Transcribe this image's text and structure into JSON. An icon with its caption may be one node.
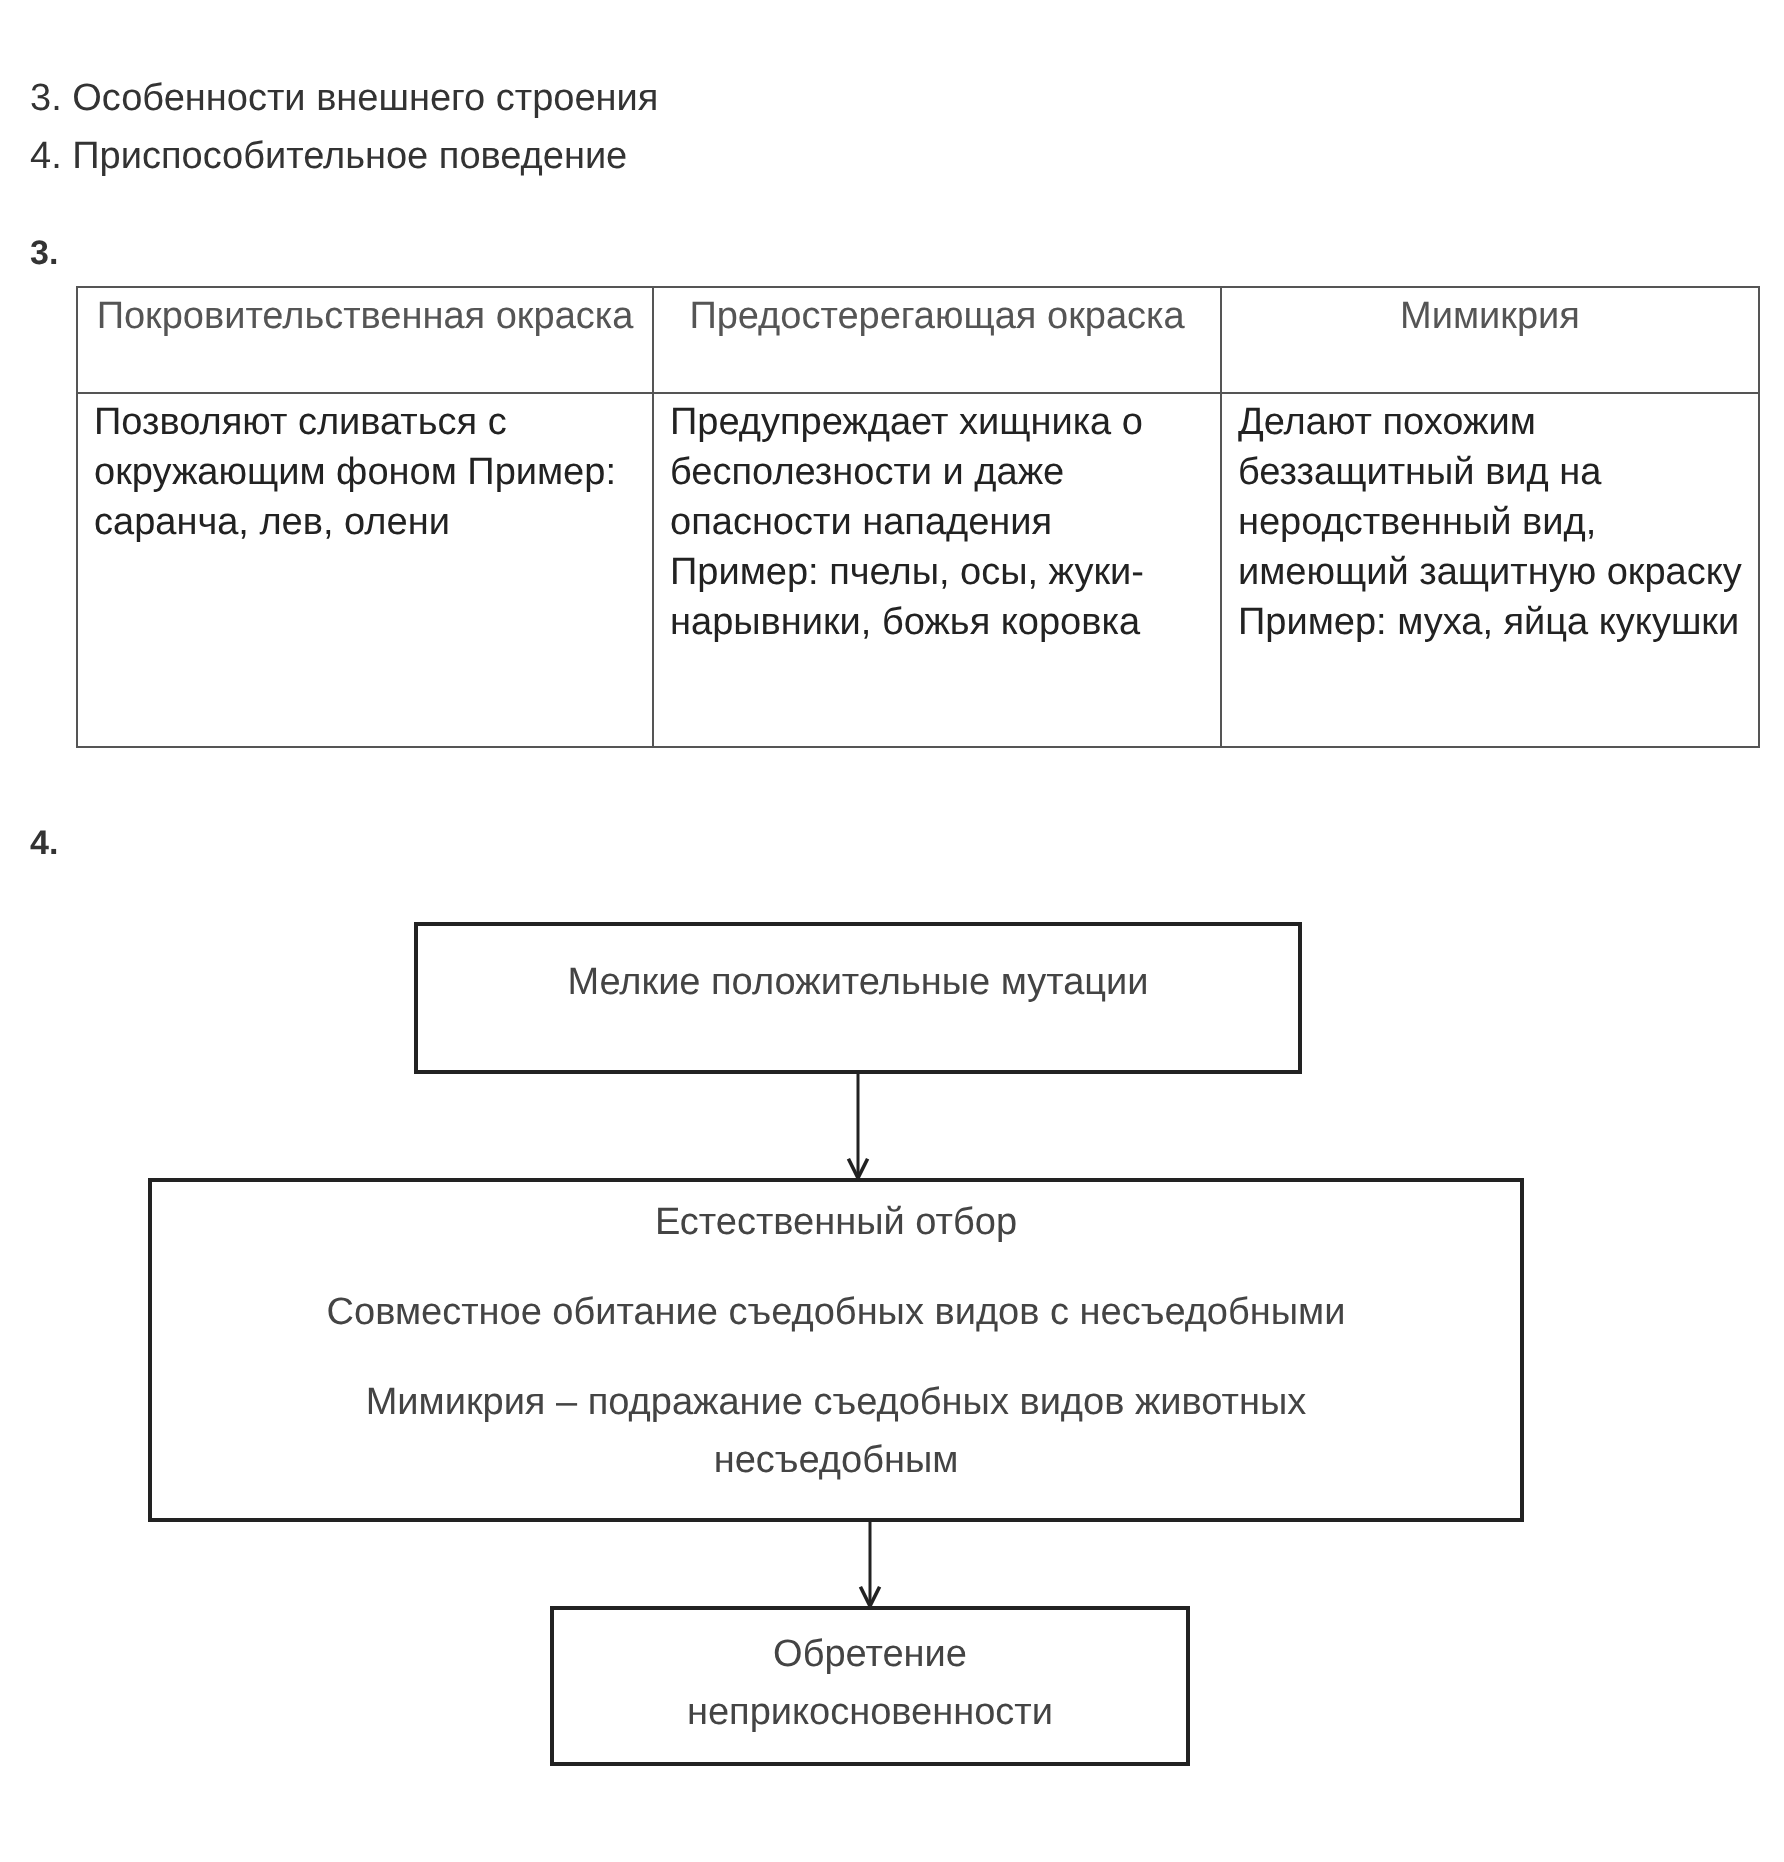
{
  "diagram": {
    "nodes": [
      {
        "text": [
          "Мелкие положительные мутации"
        ]
      },
      {
        "text": [
          "Естественный отбор",
          "Совместное обитание съедобных видов с несъедобными",
          "Мимикрия – подражание съедобных видов животных несъедобным"
        ]
      },
      {
        "text": [
          "Обретение неприкосновенности"
        ]
      }
    ],
    "edges": [
      {
        "from": 0,
        "to": 1,
        "arrow": "to"
      },
      {
        "from": 1,
        "to": 2,
        "arrow": "to"
      }
    ],
    "labels": [
      "3. Особенности внешнего строения",
      "4. Приспособительное поведение",
      "3.",
      "Покровительственная окраска",
      "Предостерегающая окраска",
      "Мимикрия",
      "Позволяют сливаться с окружающим фоном Пример: саранча, лев, олени",
      "Предупреждает хищника о бесполезности и даже опасности нападения Пример: пчелы, осы, жуки-нарывники, божья коровка",
      "Делают похожим беззащитный вид на неродственный вид, имеющий защитную окраску Пример: муха, яйца кукушки",
      "4."
    ]
  }
}
